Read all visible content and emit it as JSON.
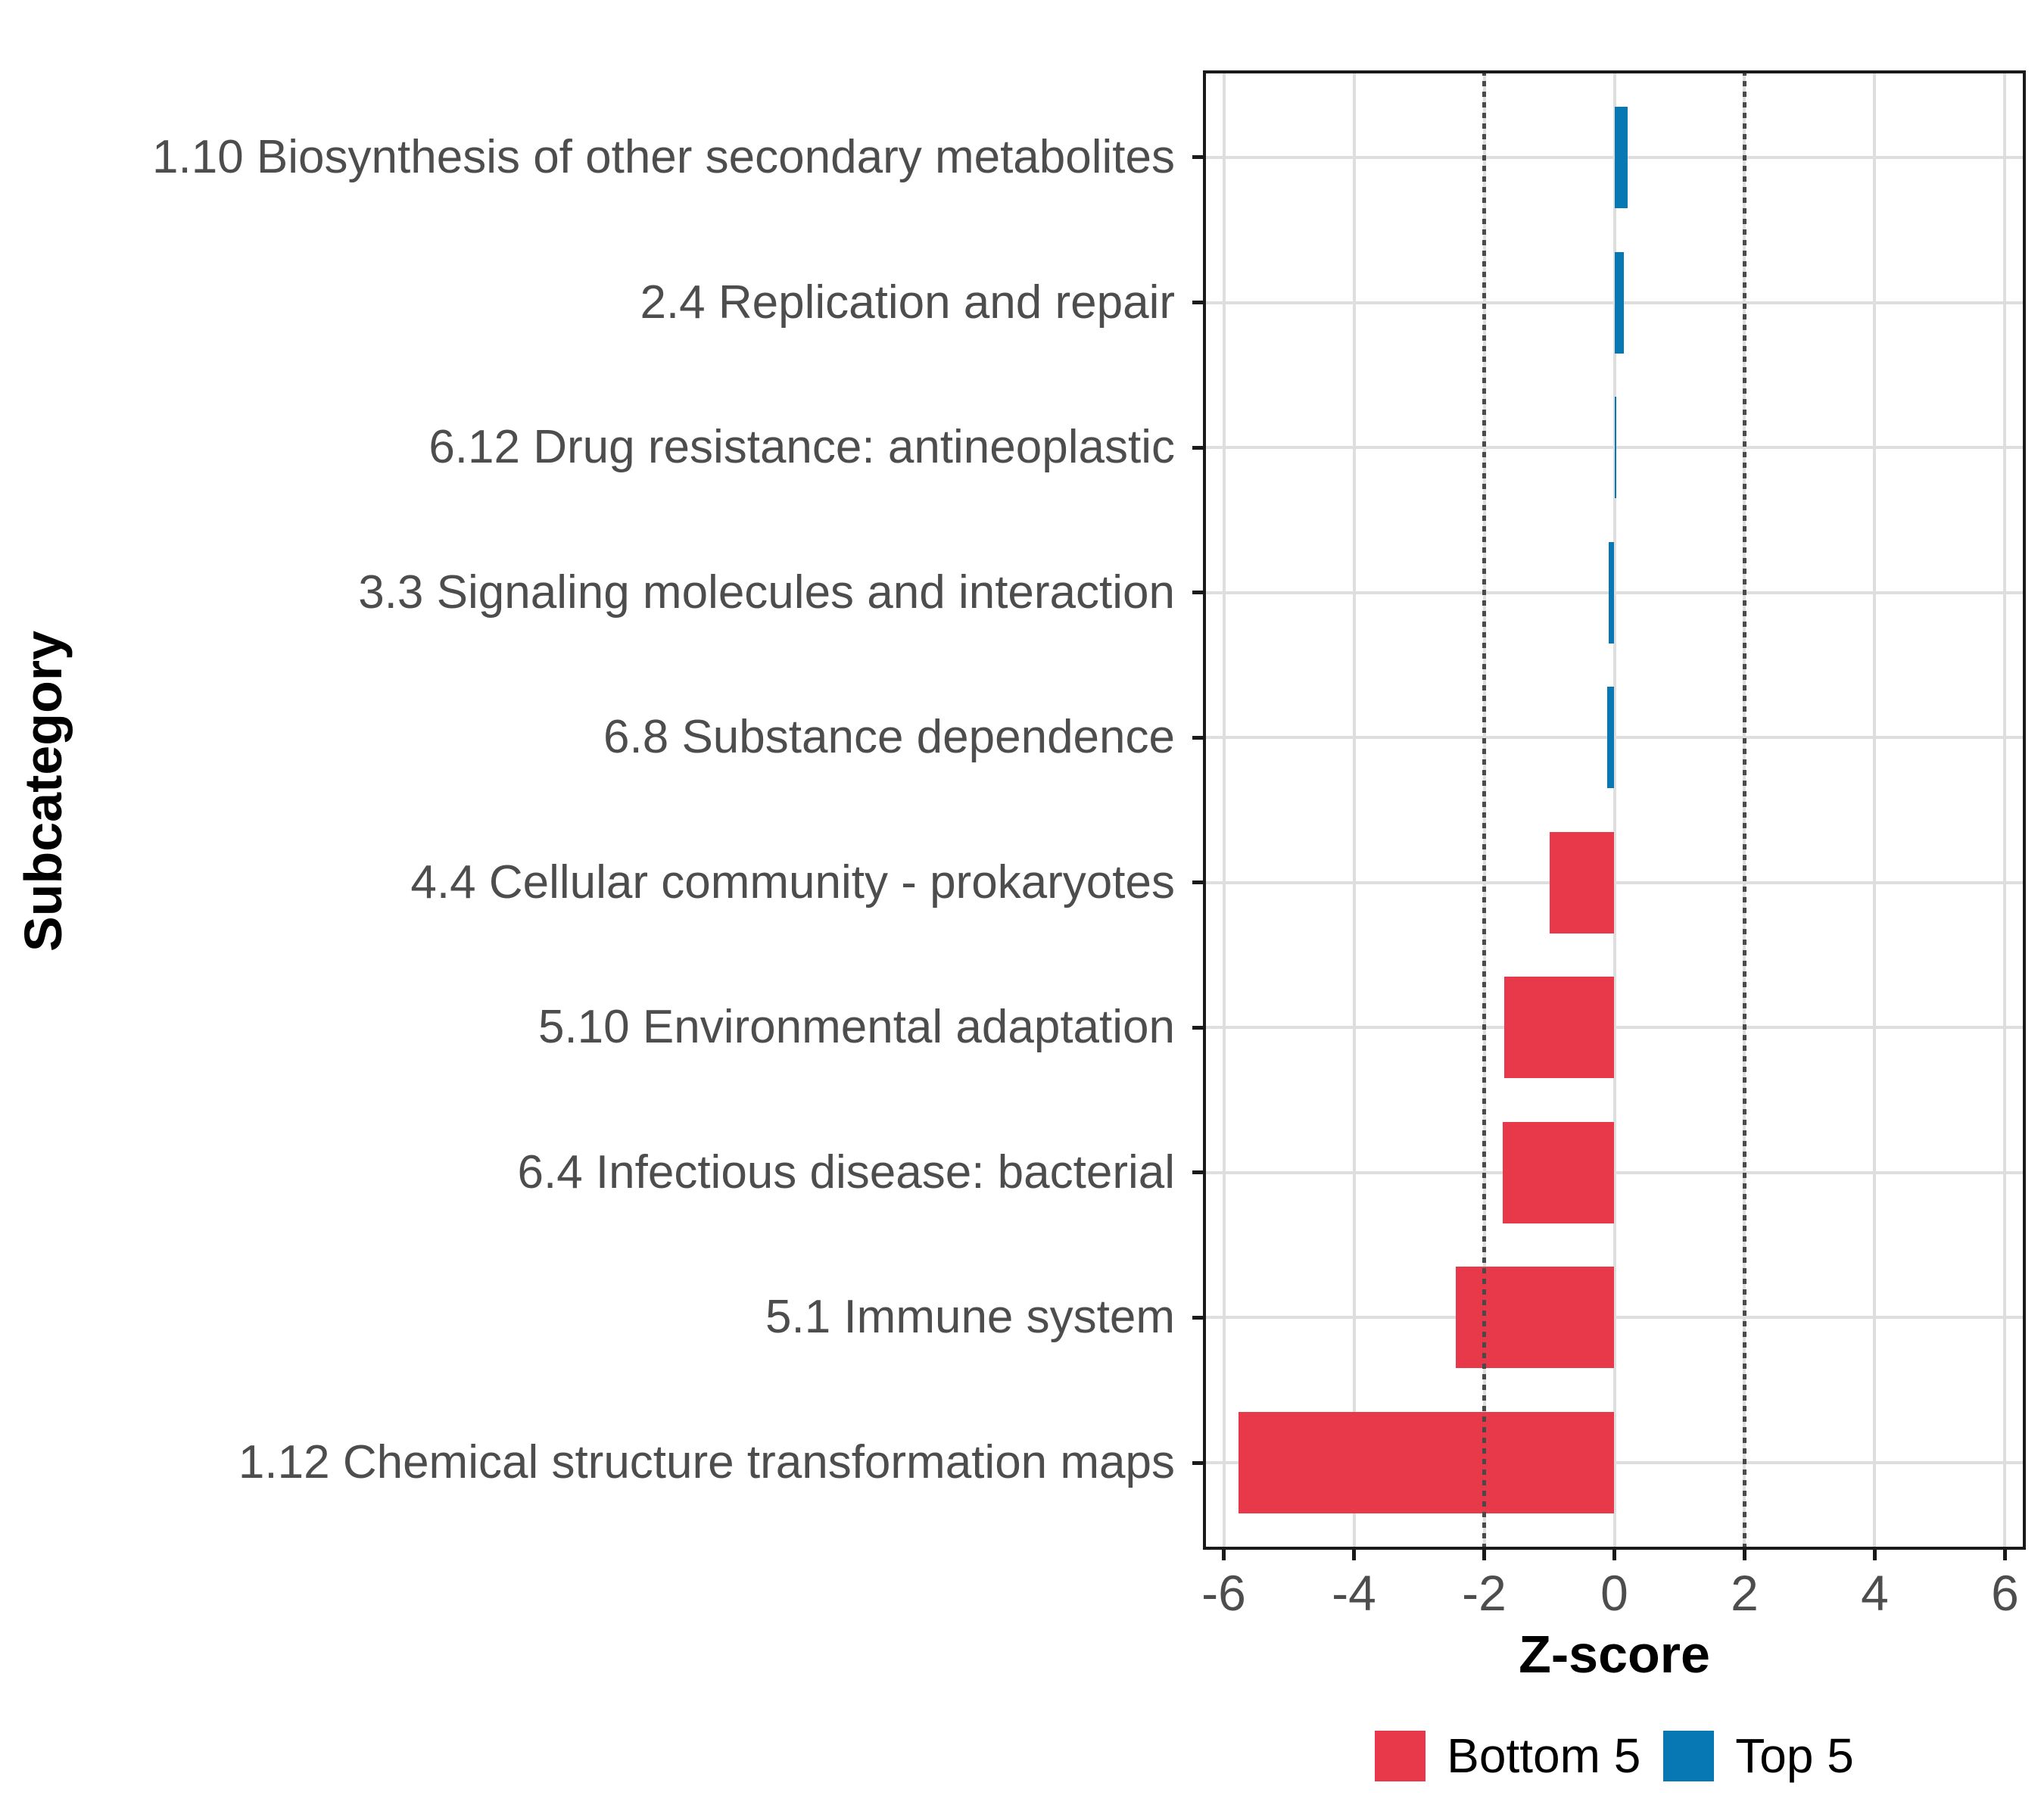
{
  "chart_data": {
    "type": "bar",
    "orientation": "horizontal",
    "title": "",
    "xlabel": "Z-score",
    "ylabel": "Subcategory",
    "xlim": [
      -6.32,
      6.32
    ],
    "xticks": [
      -6,
      -4,
      -2,
      0,
      2,
      4,
      6
    ],
    "xtick_labels": [
      "-6",
      "-4",
      "-2",
      "0",
      "2",
      "4",
      "6"
    ],
    "reference_lines": [
      -2,
      2
    ],
    "reference_line_style": "dotted",
    "bar_width_frac": 0.7,
    "grid": "major-only",
    "legend_position": "bottom",
    "categories": [
      "1.10 Biosynthesis of other secondary metabolites",
      "2.4 Replication and repair",
      "6.12 Drug resistance: antineoplastic",
      "3.3 Signaling molecules and interaction",
      "6.8 Substance dependence",
      "4.4 Cellular community - prokaryotes",
      "5.10 Environmental adaptation",
      "6.4 Infectious disease: bacterial",
      "5.1 Immune system",
      "1.12 Chemical structure transformation maps"
    ],
    "values": [
      0.2,
      0.14,
      0.02,
      -0.09,
      -0.11,
      -1.0,
      -1.69,
      -1.71,
      -2.44,
      -5.77
    ],
    "groups": [
      "Top 5",
      "Top 5",
      "Top 5",
      "Top 5",
      "Top 5",
      "Bottom 5",
      "Bottom 5",
      "Bottom 5",
      "Bottom 5",
      "Bottom 5"
    ],
    "legend": [
      {
        "label": "Bottom 5",
        "color": "#E8394A"
      },
      {
        "label": "Top 5",
        "color": "#0778B4"
      }
    ]
  },
  "colors": {
    "background": "#FFFFFF",
    "panel_border": "#1A1A1A",
    "gridline": "#DEDEDE",
    "reference_line": "#4A4A4A",
    "tick_label": "#4D4D4D",
    "axis_title": "#000000",
    "bottom5": "#E8394A",
    "top5": "#0778B4"
  }
}
